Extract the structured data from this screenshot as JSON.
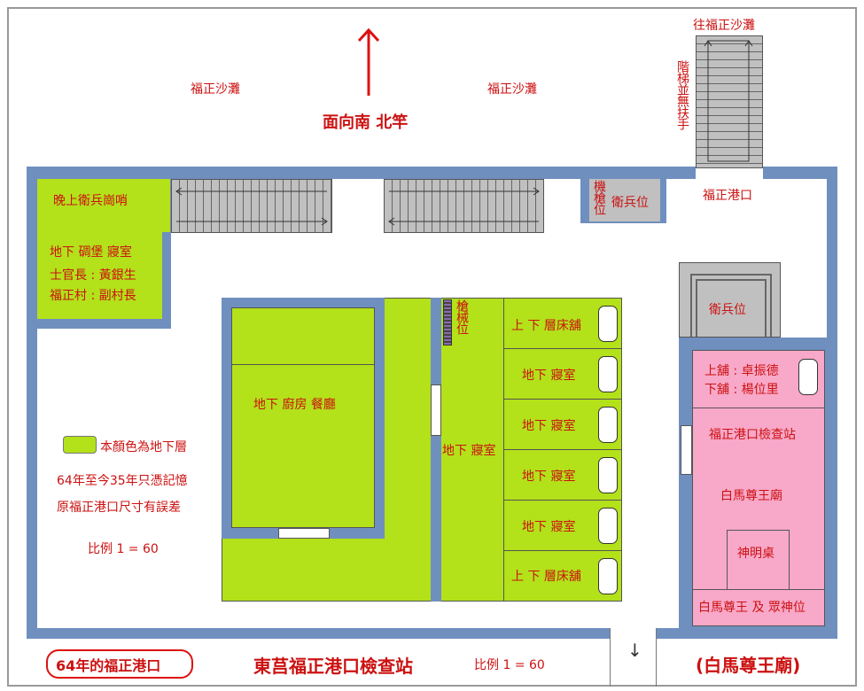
{
  "top": {
    "beach_left": "福正沙灘",
    "beach_right": "福正沙灘",
    "orientation": "面向南 北竿",
    "to_beach": "往福正沙灘",
    "stairs_note": "階梯並無扶手",
    "harbor_gate": "福正港口"
  },
  "rooms": {
    "night_sentry": "晚上衛兵崗哨",
    "bunker": "地下 碉堡 寢室",
    "sergeant": "士官長 : 黃銀生",
    "village": "福正村 : 副村長",
    "guns": "機槍位",
    "guard_post1": "衛兵位",
    "guard_post2": "衛兵位",
    "kitchen": "地下  廚房  餐廳",
    "armory": "槍械位",
    "dorm": "地下 寢室",
    "beds": [
      "上 下 層床舖",
      "地下 寢室",
      "地下 寢室",
      "地下 寢室",
      "地下 寢室",
      "上 下 層床舖"
    ]
  },
  "legend": {
    "color_note": "本顏色為地下層",
    "memory": "64年至今35年只憑記憶",
    "error": "原福正港口尺寸有誤差",
    "scale": "比例  1 = 60"
  },
  "temple": {
    "upper_bunk": "上舖 : 卓振德",
    "lower_bunk": "下舖 : 楊位里",
    "checkpoint": "福正港口檢查站",
    "temple_name": "白馬尊王廟",
    "altar": "神明桌",
    "gods": "白馬尊王 及 眾神位"
  },
  "bottom": {
    "year_badge": "64年的福正港口",
    "title": "東莒福正港口檢查站",
    "scale": "比例  1 = 60",
    "down_arrow": "↓",
    "temple_paren": "(白馬尊王廟)"
  },
  "colors": {
    "wall": "#6f8fbf",
    "underground": "#b3e11a",
    "temple": "#f8a8c8",
    "text": "#cc1111"
  }
}
